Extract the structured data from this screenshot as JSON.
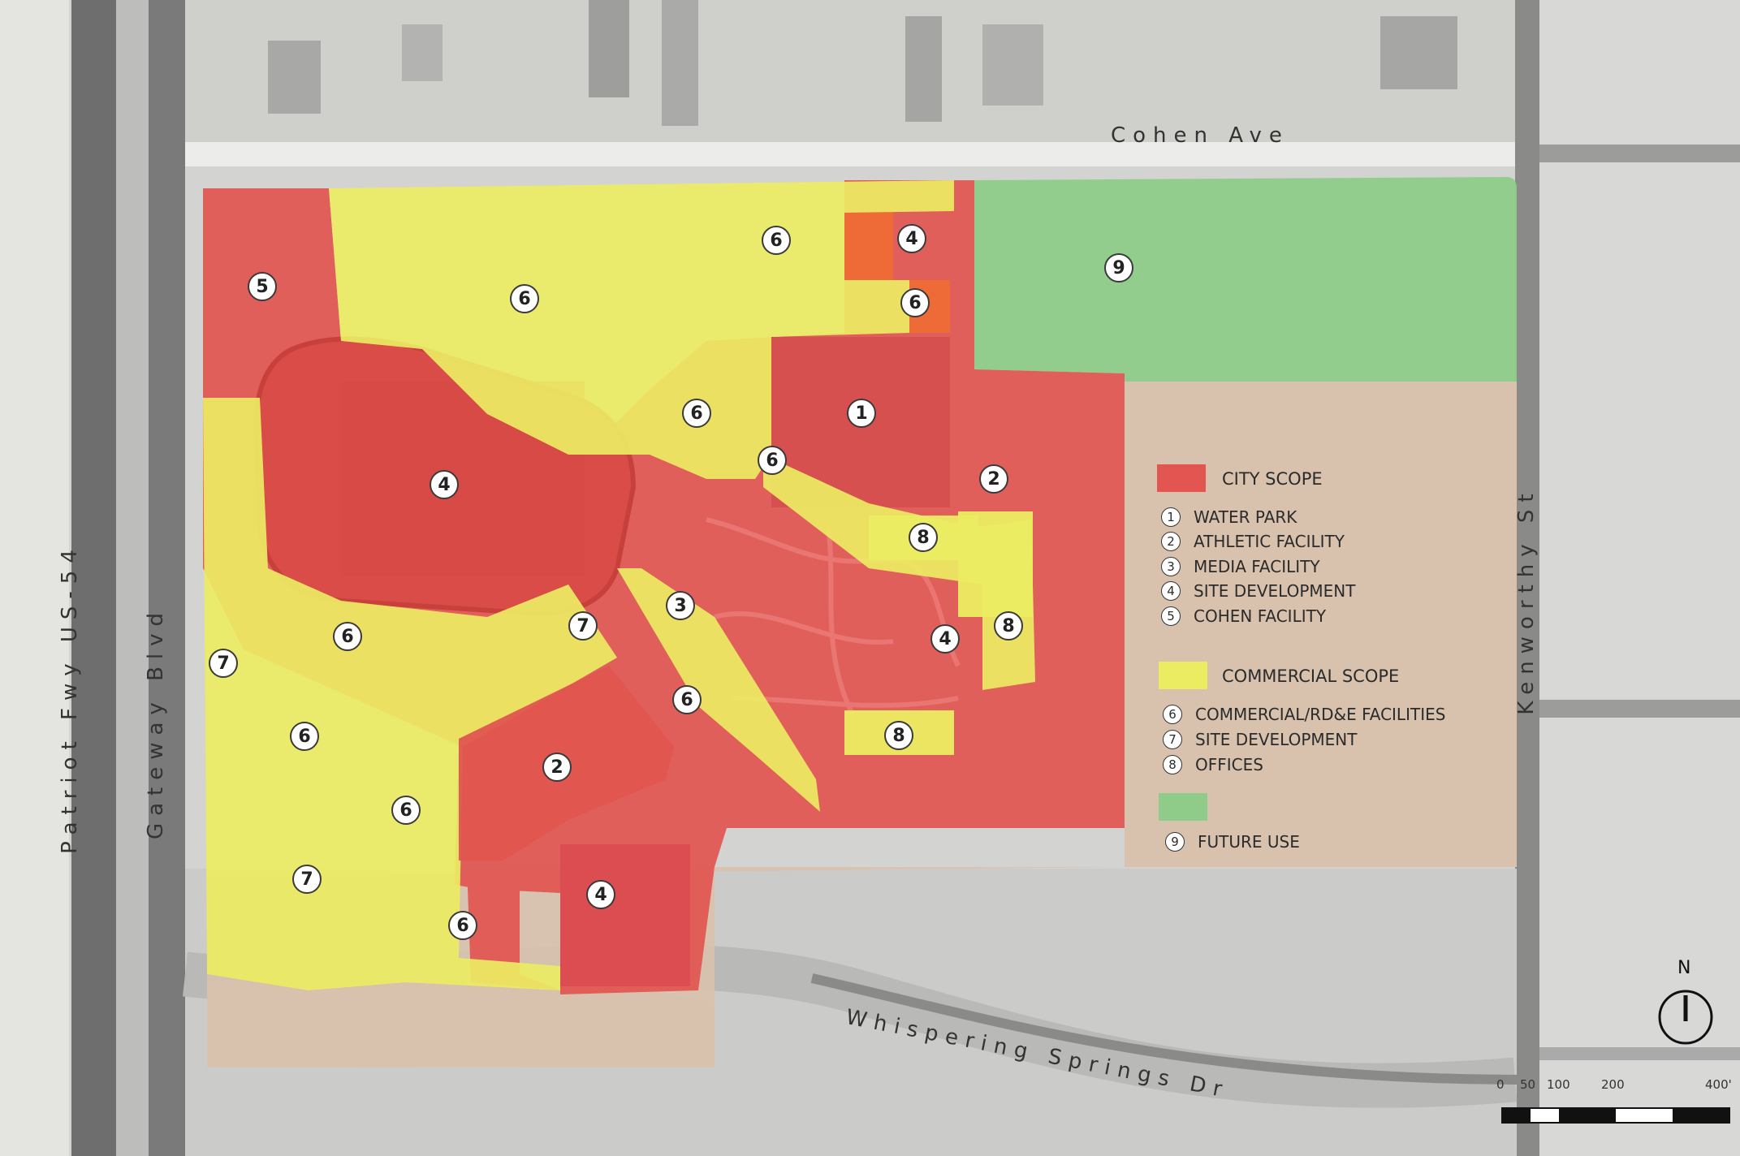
{
  "streets": {
    "north": "Cohen Ave",
    "east": "Kenworthy St",
    "west_blvd": "Gateway Blvd",
    "west_fwy": "Patriot Fwy US-54",
    "south": "Whispering Springs Dr"
  },
  "colors": {
    "city_scope": "#e25550",
    "commercial_scope": "#ecec63",
    "future_use": "#8fcc8a",
    "undeveloped": "#d8c2ad"
  },
  "legend": {
    "city_scope_title": "CITY SCOPE",
    "city_items": [
      {
        "num": "1",
        "label": "WATER PARK"
      },
      {
        "num": "2",
        "label": "ATHLETIC FACILITY"
      },
      {
        "num": "3",
        "label": "MEDIA FACILITY"
      },
      {
        "num": "4",
        "label": "SITE DEVELOPMENT"
      },
      {
        "num": "5",
        "label": "COHEN FACILITY"
      }
    ],
    "commercial_scope_title": "COMMERCIAL SCOPE",
    "commercial_items": [
      {
        "num": "6",
        "label": "COMMERCIAL/RD&E FACILITIES"
      },
      {
        "num": "7",
        "label": "SITE DEVELOPMENT"
      },
      {
        "num": "8",
        "label": "OFFICES"
      }
    ],
    "future_items": [
      {
        "num": "9",
        "label": "FUTURE USE"
      }
    ]
  },
  "markers": [
    "5",
    "6",
    "4",
    "6",
    "6",
    "9",
    "6",
    "1",
    "6",
    "2",
    "4",
    "8",
    "3",
    "7",
    "4",
    "8",
    "6",
    "7",
    "6",
    "6",
    "8",
    "2",
    "6",
    "7",
    "4",
    "6"
  ],
  "north_arrow": "N",
  "scale_bar": {
    "labels": [
      "0",
      "50",
      "100",
      "200",
      "400'"
    ]
  }
}
